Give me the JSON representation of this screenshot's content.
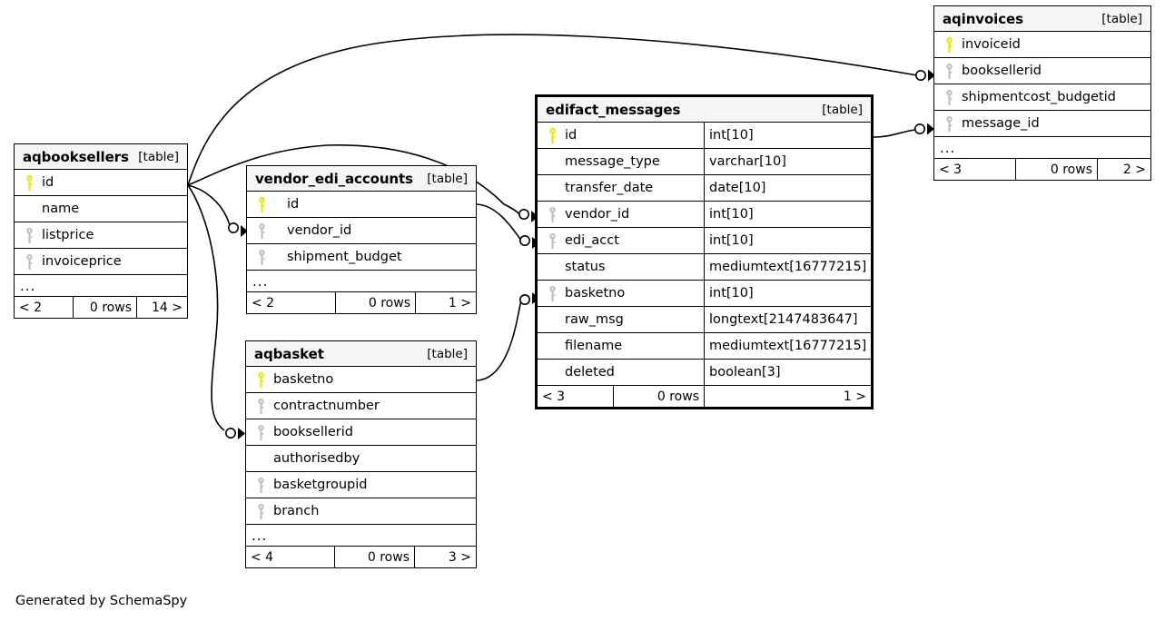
{
  "diagram": {
    "generator_text": "Generated by SchemaSpy",
    "table_kind_label": "[table]",
    "ellipsis": "...",
    "colors": {
      "primary_key": "#e8e800",
      "foreign_key": "#c0c0c0",
      "header_bg": "#f5f5f5",
      "border": "#000000",
      "background": "#ffffff"
    }
  },
  "tables": {
    "aqbooksellers": {
      "name": "aqbooksellers",
      "kind": "[table]",
      "columns": [
        {
          "name": "id",
          "key": "primary"
        },
        {
          "name": "name",
          "key": "none"
        },
        {
          "name": "listprice",
          "key": "foreign"
        },
        {
          "name": "invoiceprice",
          "key": "foreign"
        }
      ],
      "footer": {
        "prev": "< 2",
        "rows": "0 rows",
        "next": "14 >"
      }
    },
    "vendor_edi_accounts": {
      "name": "vendor_edi_accounts",
      "kind": "[table]",
      "columns": [
        {
          "name": "id",
          "key": "primary"
        },
        {
          "name": "vendor_id",
          "key": "foreign"
        },
        {
          "name": "shipment_budget",
          "key": "foreign"
        }
      ],
      "footer": {
        "prev": "< 2",
        "rows": "0 rows",
        "next": "1 >"
      }
    },
    "aqbasket": {
      "name": "aqbasket",
      "kind": "[table]",
      "columns": [
        {
          "name": "basketno",
          "key": "primary"
        },
        {
          "name": "contractnumber",
          "key": "foreign"
        },
        {
          "name": "booksellerid",
          "key": "foreign"
        },
        {
          "name": "authorisedby",
          "key": "none"
        },
        {
          "name": "basketgroupid",
          "key": "foreign"
        },
        {
          "name": "branch",
          "key": "foreign"
        }
      ],
      "footer": {
        "prev": "< 4",
        "rows": "0 rows",
        "next": "3 >"
      }
    },
    "edifact_messages": {
      "name": "edifact_messages",
      "kind": "[table]",
      "focused": true,
      "columns": [
        {
          "name": "id",
          "key": "primary",
          "type": "int[10]"
        },
        {
          "name": "message_type",
          "key": "none",
          "type": "varchar[10]"
        },
        {
          "name": "transfer_date",
          "key": "none",
          "type": "date[10]"
        },
        {
          "name": "vendor_id",
          "key": "foreign",
          "type": "int[10]"
        },
        {
          "name": "edi_acct",
          "key": "foreign",
          "type": "int[10]"
        },
        {
          "name": "status",
          "key": "none",
          "type": "mediumtext[16777215]"
        },
        {
          "name": "basketno",
          "key": "foreign",
          "type": "int[10]"
        },
        {
          "name": "raw_msg",
          "key": "none",
          "type": "longtext[2147483647]"
        },
        {
          "name": "filename",
          "key": "none",
          "type": "mediumtext[16777215]"
        },
        {
          "name": "deleted",
          "key": "none",
          "type": "boolean[3]"
        }
      ],
      "footer": {
        "prev": "< 3",
        "rows": "0 rows",
        "next": "1 >"
      }
    },
    "aqinvoices": {
      "name": "aqinvoices",
      "kind": "[table]",
      "columns": [
        {
          "name": "invoiceid",
          "key": "primary"
        },
        {
          "name": "booksellerid",
          "key": "foreign"
        },
        {
          "name": "shipmentcost_budgetid",
          "key": "foreign"
        },
        {
          "name": "message_id",
          "key": "foreign"
        }
      ],
      "footer": {
        "prev": "< 3",
        "rows": "0 rows",
        "next": "2 >"
      }
    }
  },
  "relationships": [
    {
      "from": "aqbooksellers.id",
      "to": "aqinvoices.booksellerid"
    },
    {
      "from": "aqbooksellers.id",
      "to": "edifact_messages.vendor_id"
    },
    {
      "from": "aqbooksellers.id",
      "to": "vendor_edi_accounts.vendor_id"
    },
    {
      "from": "aqbooksellers.id",
      "to": "aqbasket.booksellerid"
    },
    {
      "from": "vendor_edi_accounts.id",
      "to": "edifact_messages.edi_acct"
    },
    {
      "from": "aqbasket.basketno",
      "to": "edifact_messages.basketno"
    },
    {
      "from": "edifact_messages.id",
      "to": "aqinvoices.message_id"
    }
  ]
}
